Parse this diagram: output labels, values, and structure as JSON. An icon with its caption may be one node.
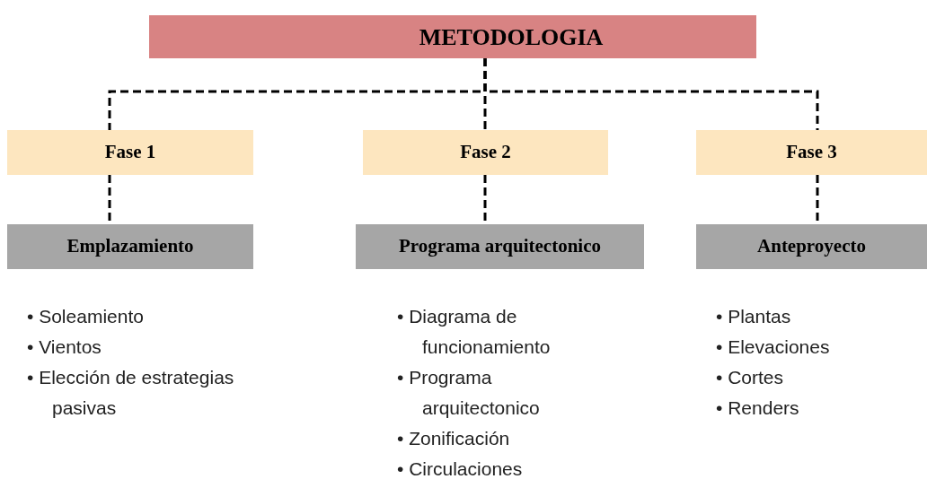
{
  "diagram": {
    "nodes": [
      {
        "text": [
          "METODOLOGIA"
        ]
      },
      {
        "text": [
          "Fase 1"
        ]
      },
      {
        "text": [
          "Fase 2"
        ]
      },
      {
        "text": [
          "Fase 3"
        ]
      },
      {
        "text": [
          "Emplazamiento"
        ],
        "beside": [
          "• Soleamiento",
          "• Vientos",
          "• Elección de estrategias pasivas"
        ]
      },
      {
        "text": [
          "Programa arquitectonico"
        ],
        "beside": [
          "• Diagrama de funcionamiento",
          "• Programa arquitectonico",
          "• Zonificación",
          "• Circulaciones"
        ]
      },
      {
        "text": [
          "Anteproyecto"
        ],
        "beside": [
          "• Plantas",
          "• Elevaciones",
          "• Cortes",
          "• Renders"
        ]
      }
    ],
    "edges": [
      {
        "from": 0,
        "to": 1,
        "arrow": "none",
        "style": "dashed"
      },
      {
        "from": 0,
        "to": 2,
        "arrow": "none",
        "style": "dashed"
      },
      {
        "from": 0,
        "to": 3,
        "arrow": "none",
        "style": "dashed"
      },
      {
        "from": 1,
        "to": 4,
        "arrow": "none",
        "style": "dashed"
      },
      {
        "from": 2,
        "to": 5,
        "arrow": "none",
        "style": "dashed"
      },
      {
        "from": 3,
        "to": 6,
        "arrow": "none",
        "style": "dashed"
      }
    ]
  }
}
